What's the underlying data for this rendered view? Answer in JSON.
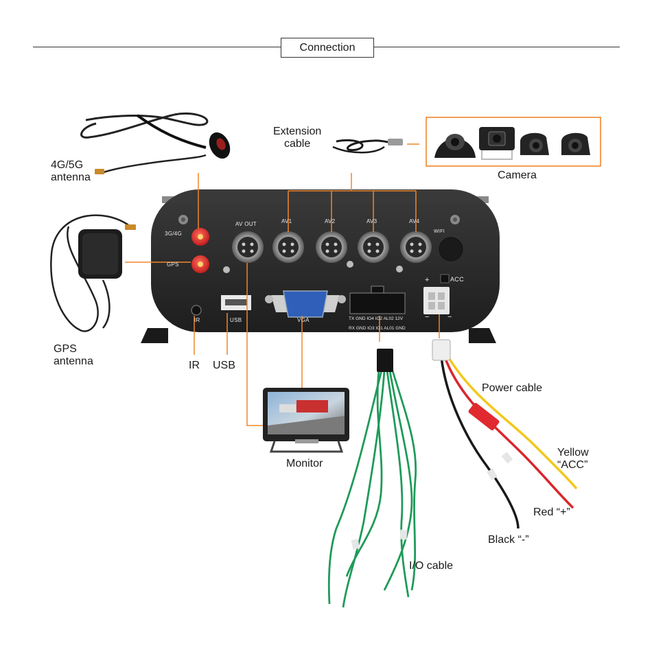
{
  "header": {
    "title": "Connection"
  },
  "labels": {
    "antenna_4g": "4G/5G\nantenna",
    "gps_antenna": "GPS\nantenna",
    "extension_cable": "Extension\ncable",
    "camera": "Camera",
    "ir": "IR",
    "usb": "USB",
    "monitor": "Monitor",
    "power_cable": "Power cable",
    "yellow_acc": "Yellow\n“ACC”",
    "red_plus": "Red “+”",
    "black_minus": "Black “-”",
    "io_cable": "I/O cable"
  },
  "device_panel": {
    "port_3g4g": "3G/4G",
    "port_gps": "GPS",
    "port_avout": "AV OUT",
    "port_av1": "AV1",
    "port_av2": "AV2",
    "port_av3": "AV3",
    "port_av4": "AV4",
    "port_wifi": "WIFI",
    "port_ir": "IR",
    "port_usb": "USB",
    "port_vga": "VGA",
    "port_acc": "ACC",
    "plus": "+",
    "minus": "−",
    "io_row1": "TX GND IO4 IO2 AL02  12V",
    "io_row2": "RX GND IO3 IO1 AL01 GND"
  },
  "colors": {
    "leader_line": "#f0862a",
    "device_body": "#2b2b2b",
    "io_wire": "#1f9a5a",
    "power_red": "#d9262c",
    "power_yellow": "#f2c81c",
    "power_black": "#1a1a1a"
  }
}
